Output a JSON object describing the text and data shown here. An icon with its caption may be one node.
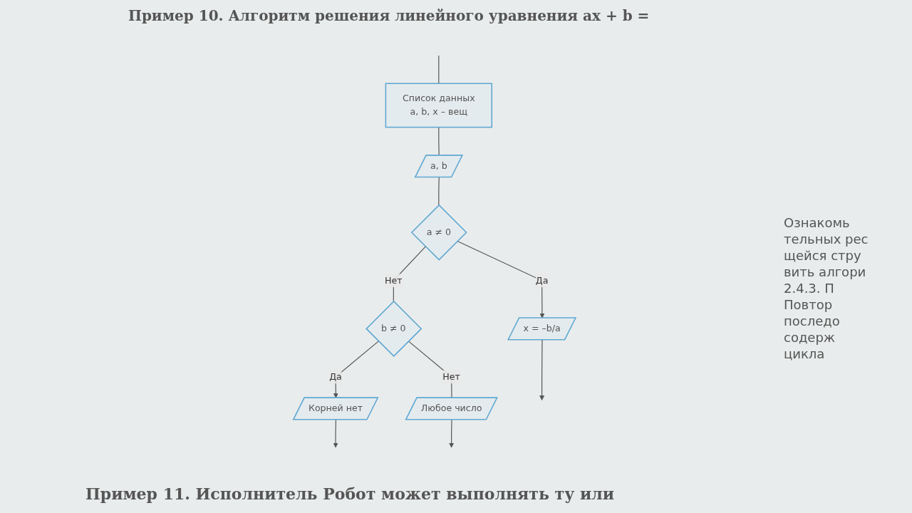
{
  "diagram": {
    "title": "Пример 10. Алгоритм решения линейного уравнения ax + b =",
    "nodes": [
      {
        "text": [
          "Список данных",
          "a, b, x – вещ"
        ]
      },
      {
        "text": [
          "a, b"
        ]
      },
      {
        "text": [
          "a ≠ 0"
        ]
      },
      {
        "text": [
          "x = –b/a"
        ]
      },
      {
        "text": [
          "b ≠ 0"
        ]
      },
      {
        "text": [
          "Корней нет"
        ]
      },
      {
        "text": [
          "Любое число"
        ]
      }
    ],
    "edges": [
      {
        "from": null,
        "to": 0,
        "arrow": "none"
      },
      {
        "from": 0,
        "to": 1,
        "arrow": "none"
      },
      {
        "from": 1,
        "to": 2,
        "arrow": "none"
      },
      {
        "from": 2,
        "to": 3,
        "label": "Да",
        "arrow": "to"
      },
      {
        "from": 2,
        "to": 4,
        "label": "Нет",
        "arrow": "none"
      },
      {
        "from": 4,
        "to": 5,
        "label": "Да",
        "arrow": "to"
      },
      {
        "from": 4,
        "to": 6,
        "label": "Нет",
        "arrow": "none"
      },
      {
        "from": 3,
        "to": null,
        "arrow": "to"
      },
      {
        "from": 5,
        "to": null,
        "arrow": "to"
      },
      {
        "from": 6,
        "to": null,
        "arrow": "to"
      }
    ],
    "labels": [
      "Ознакомь",
      "тельных рес",
      "щейся стру",
      "вить алгори",
      "2.4.3. П",
      "Повтор",
      "последо",
      "содерж",
      "цикла",
      "Пример 11. Исполнитель Робот может выполнять ту или"
    ]
  }
}
